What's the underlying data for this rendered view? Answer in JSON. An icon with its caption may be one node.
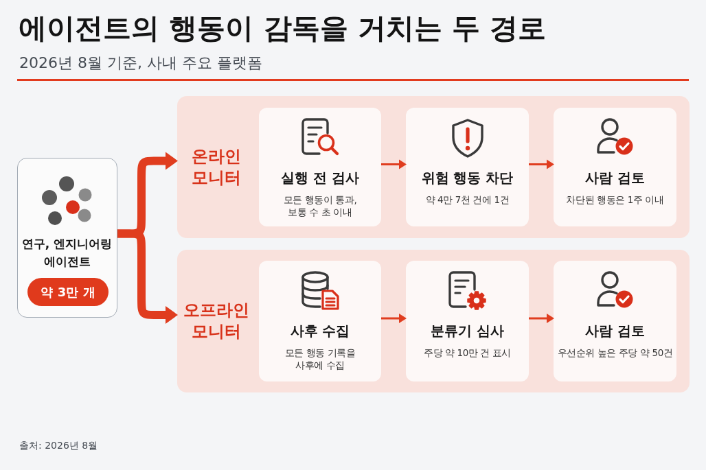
{
  "diagram": {
    "title": "에이전트의 행동이 감독을 거치는 두 경로",
    "nodes": [
      {
        "text": [
          "연구, 엔지니어링 에이전트"
        ]
      },
      {
        "text": [
          "약 3만 개"
        ],
        "in": 0
      },
      {
        "text": [
          "온라인 모니터"
        ]
      },
      {
        "text": [
          "실행 전 검사",
          "모든 행동이 통과, 보통 수 초 이내"
        ],
        "in": 2
      },
      {
        "text": [
          "위험 행동 차단",
          "약 4만 7천 건에 1건"
        ],
        "in": 2
      },
      {
        "text": [
          "사람 검토",
          "차단된 행동은 1주 이내"
        ],
        "in": 2
      },
      {
        "text": [
          "오프라인 모니터"
        ]
      },
      {
        "text": [
          "사후 수집",
          "모든 행동 기록을 사후에 수집"
        ],
        "in": 6
      },
      {
        "text": [
          "분류기 심사",
          "주당 약 10만 건 표시"
        ],
        "in": 6
      },
      {
        "text": [
          "사람 검토",
          "우선순위 높은 주당 약 50건"
        ],
        "in": 6
      }
    ],
    "edges": [
      {
        "from": 0,
        "to": 2,
        "arrow": "to",
        "style": "thick"
      },
      {
        "from": 0,
        "to": 6,
        "arrow": "to",
        "style": "thick"
      },
      {
        "from": 3,
        "to": 4,
        "arrow": "to"
      },
      {
        "from": 4,
        "to": 5,
        "arrow": "to"
      },
      {
        "from": 7,
        "to": 8,
        "arrow": "to"
      },
      {
        "from": 8,
        "to": 9,
        "arrow": "to"
      }
    ],
    "labels": [
      "2026년 8월 기준, 사내 주요 플랫폼",
      "출처: 2026년 8월"
    ]
  }
}
